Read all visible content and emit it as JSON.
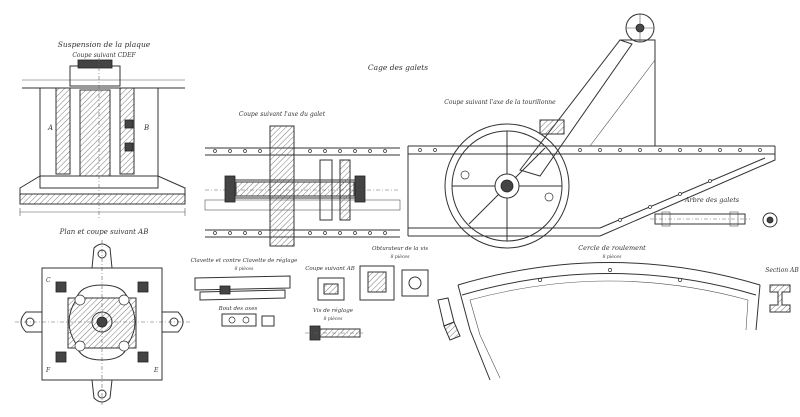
{
  "labels": {
    "suspension_title": "Suspension de la plaque",
    "suspension_sub": "Coupe suivant CDEF",
    "plan_title": "Plan et coupe suivant AB",
    "cage_title": "Cage des galets",
    "coupe_galet": "Coupe suivant l'axe du galet",
    "coupe_tourillon": "Coupe suivant l'axe de la tourillonne",
    "clavette": "Clavette et contre Clavette de réglage",
    "clavette_sub": "8 pièces",
    "coupe_ab": "Coupe suivant AB",
    "bout_axes": "Bout des axes",
    "vis_reglage": "Vis de réglage",
    "vis_sub": "8 pièces",
    "obturateur": "Obturateur de la vis",
    "obturateur_sub": "8 pièces",
    "arbre_galets": "Arbre des galets",
    "cercle": "Cercle de roulement",
    "cercle_sub": "8 pièces",
    "section_ab": "Section AB",
    "letter_a": "A",
    "letter_b": "B",
    "letter_c": "C",
    "letter_e": "E",
    "letter_f": "F"
  }
}
